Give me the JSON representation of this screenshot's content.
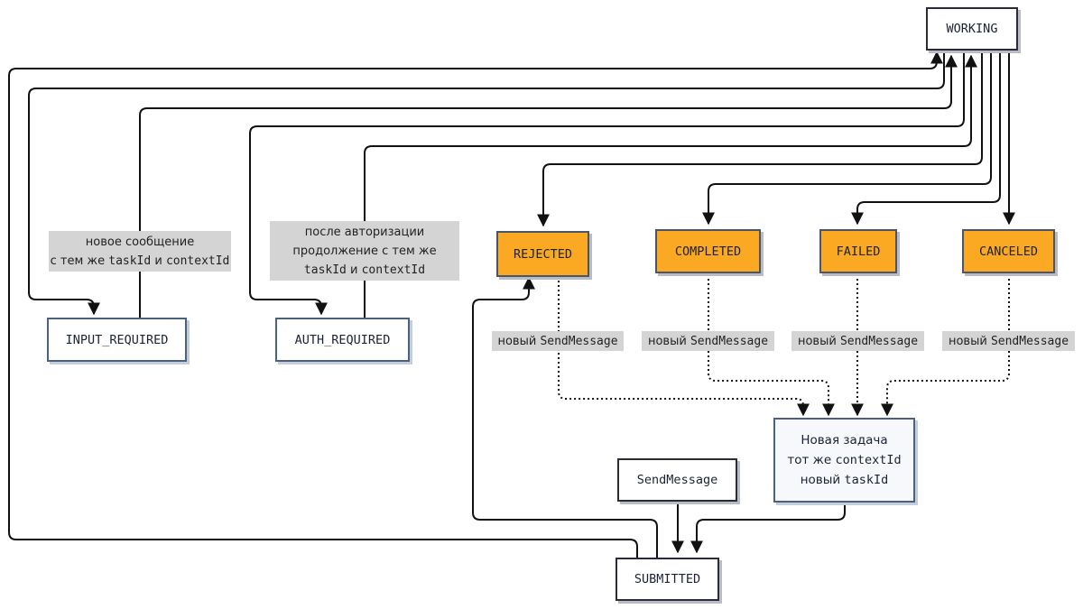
{
  "states": {
    "working": "WORKING",
    "input_required": "INPUT_REQUIRED",
    "auth_required": "AUTH_REQUIRED",
    "rejected": "REJECTED",
    "completed": "COMPLETED",
    "failed": "FAILED",
    "canceled": "CANCELED",
    "submitted": "SUBMITTED",
    "send_message": "SendMessage"
  },
  "new_task": {
    "line1": "Новая задача",
    "line2_prefix": "тот же ",
    "line2_code": "contextId",
    "line3_prefix": "новый ",
    "line3_code": "taskId"
  },
  "labels": {
    "input_label": {
      "line1": "новое сообщение",
      "line2_prefix": "с тем же ",
      "code1": "taskId",
      "conj": " и ",
      "code2": "contextId"
    },
    "auth_label": {
      "line1": "после авторизации",
      "line2": "продолжение с тем же",
      "code1": "taskId",
      "conj": " и ",
      "code2": "contextId"
    },
    "send_message_label": {
      "prefix": "новый ",
      "code": "SendMessage"
    }
  },
  "colors": {
    "terminal_fill": "#fba822",
    "edge": "#111111",
    "label_bg": "#d4d4d4"
  }
}
